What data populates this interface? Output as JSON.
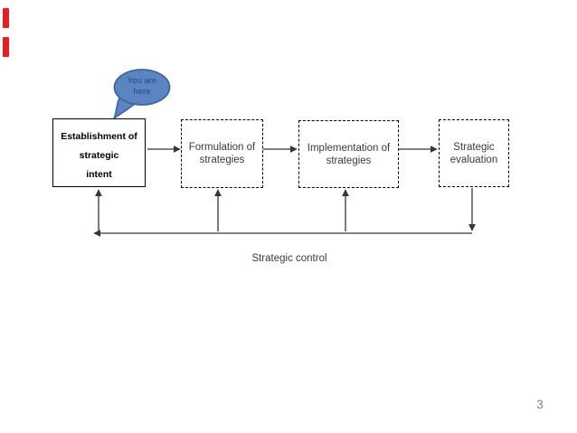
{
  "slide": {
    "page_number": "3",
    "callout": {
      "text": "You are here"
    },
    "stages": [
      {
        "id": "establishment",
        "style": "solid",
        "lines": [
          "Establishment of",
          "strategic",
          "intent"
        ]
      },
      {
        "id": "formulation",
        "style": "dashed",
        "label": "Formulation of strategies"
      },
      {
        "id": "implementation",
        "style": "dashed",
        "label": "Implementation of strategies"
      },
      {
        "id": "evaluation",
        "style": "dashed",
        "label": "Strategic evaluation"
      }
    ],
    "feedback_label": "Strategic control"
  },
  "colors": {
    "background": "#ffffff",
    "red_edge_marker": "#e91d25",
    "bubble_fill": "#5b84c2",
    "bubble_stroke": "#41669e",
    "bubble_text": "#27497c",
    "box_border": "#000000",
    "stage_text": "#3a3a3a",
    "arrow": "#363636",
    "page_number": "#818181"
  }
}
